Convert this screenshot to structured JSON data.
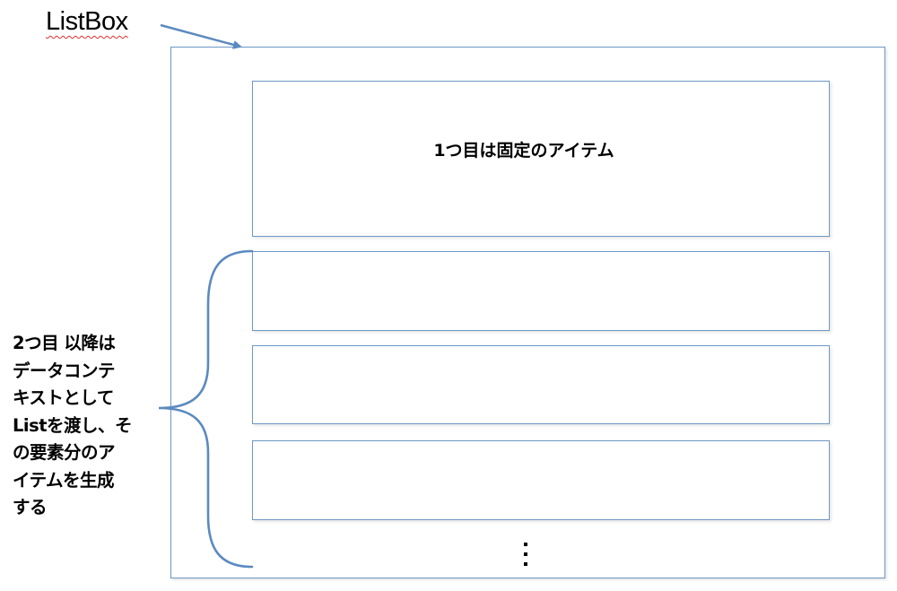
{
  "title": "ListBox",
  "listbox": {
    "fixed_item_label": "1つ目は固定のアイテム",
    "generated_items_count": 3,
    "continuation": "⋮"
  },
  "annotation": {
    "lines": [
      "2つ目 以降は",
      "データコンテ",
      "キストとして",
      "Listを渡し、そ",
      "の要素分のア",
      "イテムを生成",
      "する"
    ]
  },
  "colors": {
    "stroke": "#6d97c6",
    "arrow": "#5b8ac0",
    "text": "#000000",
    "spellcheck_underline": "#e03030"
  }
}
